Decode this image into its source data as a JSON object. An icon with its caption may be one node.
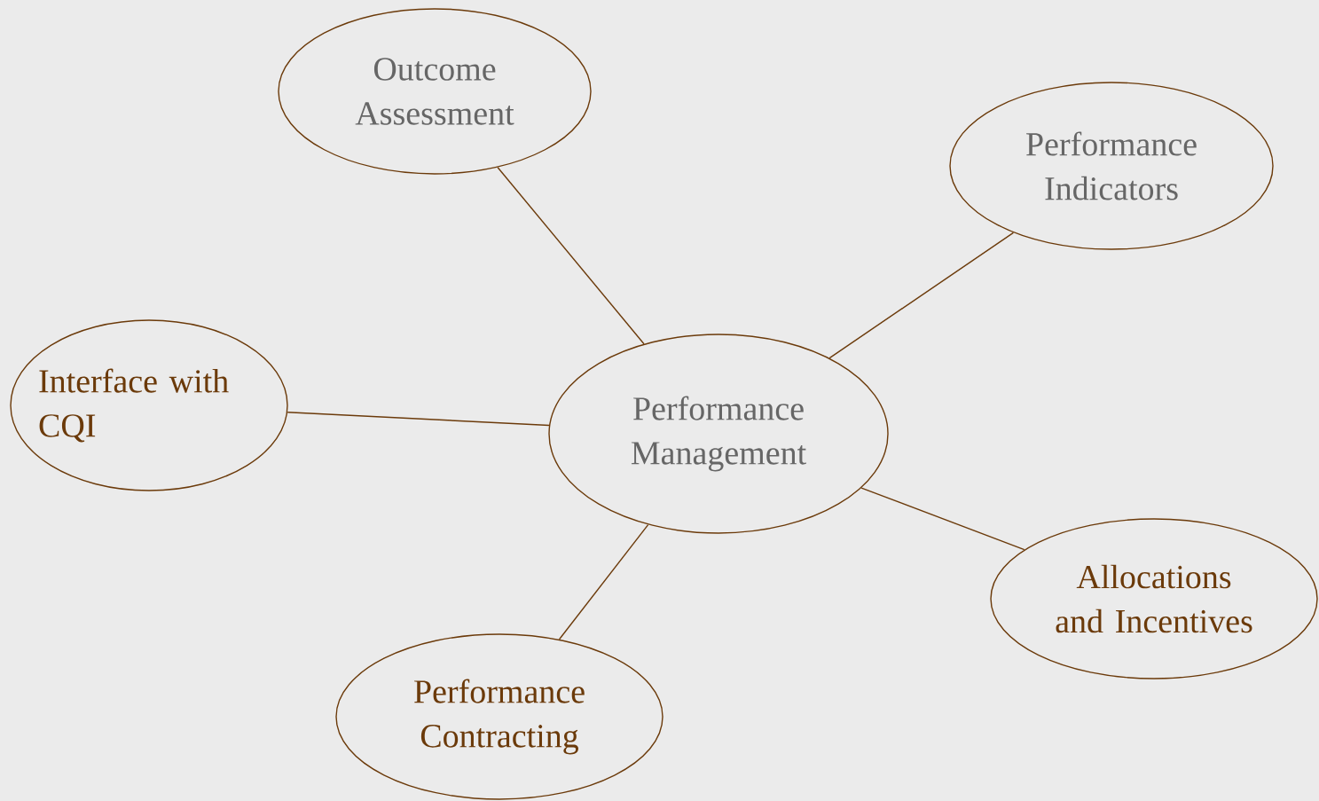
{
  "diagram": {
    "nodes": [
      {
        "text": [
          "Performance Management"
        ]
      },
      {
        "text": [
          "Outcome Assessment"
        ]
      },
      {
        "text": [
          "Performance Indicators"
        ]
      },
      {
        "text": [
          "Interface with CQI"
        ]
      },
      {
        "text": [
          "Allocations and Incentives"
        ]
      },
      {
        "text": [
          "Performance Contracting"
        ]
      }
    ],
    "edges": [
      {
        "from": 0,
        "to": 1,
        "arrow": "none"
      },
      {
        "from": 0,
        "to": 2,
        "arrow": "none"
      },
      {
        "from": 0,
        "to": 3,
        "arrow": "none"
      },
      {
        "from": 0,
        "to": 4,
        "arrow": "none"
      },
      {
        "from": 0,
        "to": 5,
        "arrow": "none"
      }
    ]
  }
}
